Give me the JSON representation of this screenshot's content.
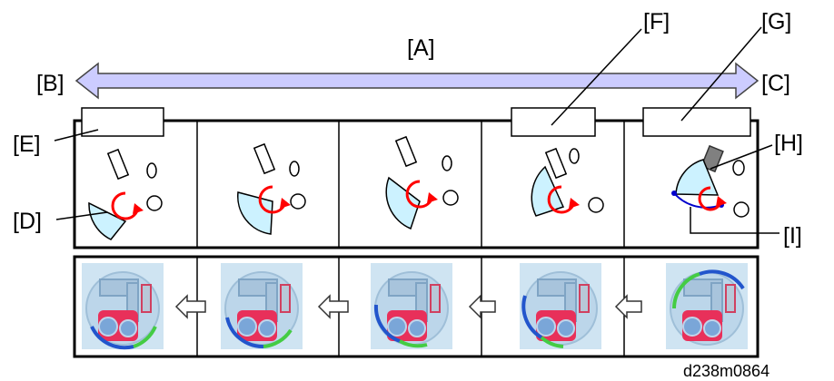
{
  "labels": {
    "A": "[A]",
    "B": "[B]",
    "C": "[C]",
    "D": "[D]",
    "E": "[E]",
    "F": "[F]",
    "G": "[G]",
    "H": "[H]",
    "I": "[I]"
  },
  "figure_code": "d238m0864",
  "colors": {
    "arrow_fill": "#ccccff",
    "sector_fill": "#ccf2ff",
    "rotation_arrow": "#ff0000",
    "shaded_block": "#808080",
    "highlight_blue": "#0000cc",
    "photo_bg": "#cfe4f2",
    "photo_red": "#e8305a",
    "photo_green": "#44cc44",
    "photo_blue": "#2255cc"
  },
  "icons": [
    "double-headed-arrow-icon",
    "rotation-arrow-icon",
    "left-arrow-icon",
    "unit-photo-icon"
  ]
}
